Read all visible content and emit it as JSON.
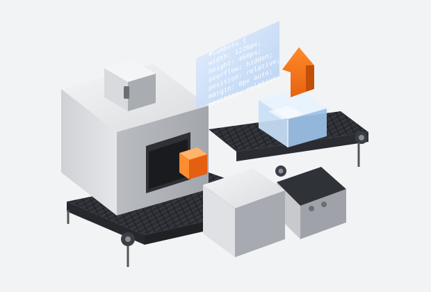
{
  "illustration": {
    "background_color": "#f2f3f5",
    "accent_color": "#ff7a1a",
    "glass_color": "#bcd8f2",
    "screen_color": "#d6e7fb",
    "code_panel": {
      "lines": [
        "#lumbotu {",
        "width: 1226px;",
        "height: 460px;",
        "overflow: hidden;",
        "position: relative;",
        "margin: 0px auto;",
        "position: relative;"
      ]
    },
    "icons": [
      "conveyor-belt-icon",
      "machine-box-icon",
      "orange-cube-icon",
      "glass-cube-icon",
      "up-arrow-icon",
      "code-screen-icon"
    ]
  }
}
